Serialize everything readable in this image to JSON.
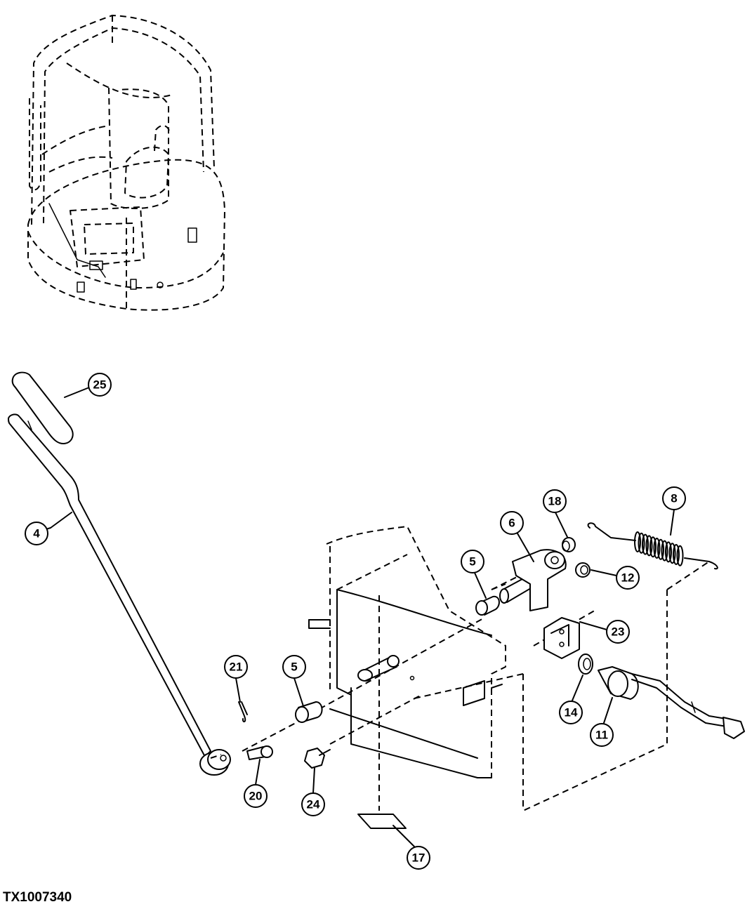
{
  "figure_id": "TX1007340",
  "callouts": [
    {
      "id": "c25",
      "label": "25"
    },
    {
      "id": "c4",
      "label": "4"
    },
    {
      "id": "c18",
      "label": "18"
    },
    {
      "id": "c8",
      "label": "8"
    },
    {
      "id": "c6",
      "label": "6"
    },
    {
      "id": "c5a",
      "label": "5"
    },
    {
      "id": "c12",
      "label": "12"
    },
    {
      "id": "c23",
      "label": "23"
    },
    {
      "id": "c21",
      "label": "21"
    },
    {
      "id": "c5b",
      "label": "5"
    },
    {
      "id": "c14",
      "label": "14"
    },
    {
      "id": "c11",
      "label": "11"
    },
    {
      "id": "c20",
      "label": "20"
    },
    {
      "id": "c24",
      "label": "24"
    },
    {
      "id": "c17",
      "label": "17"
    }
  ]
}
